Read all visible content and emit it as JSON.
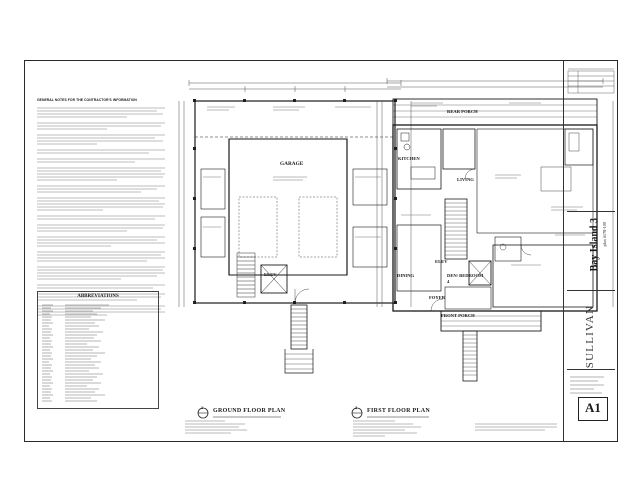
{
  "notes": {
    "title": "GENERAL NOTES FOR THE CONTRACTOR'S INFORMATION",
    "lines_count_hint": "",
    "bottom_note": ""
  },
  "abbreviations": {
    "title": "ABBREVIATIONS"
  },
  "plans": {
    "ground": {
      "label": "GROUND FLOOR PLAN",
      "marker": "1",
      "garage": "GARAGE",
      "elev": "ELEV"
    },
    "first": {
      "label": "FIRST FLOOR PLAN",
      "marker": "2",
      "rear_porch": "REAR PORCH",
      "kitchen": "KITCHEN",
      "living": "LIVING",
      "dining": "DINING",
      "elev": "ELEV",
      "den_bedroom": "DEN/ BEDROOM 4",
      "foyer": "FOYER",
      "front_porch": "FRONT PORCH"
    }
  },
  "title_block": {
    "project_name": "Bay Island 3",
    "plan_no": "plan #178-100",
    "firm": "SULLIVAN",
    "sheet": "A1"
  }
}
